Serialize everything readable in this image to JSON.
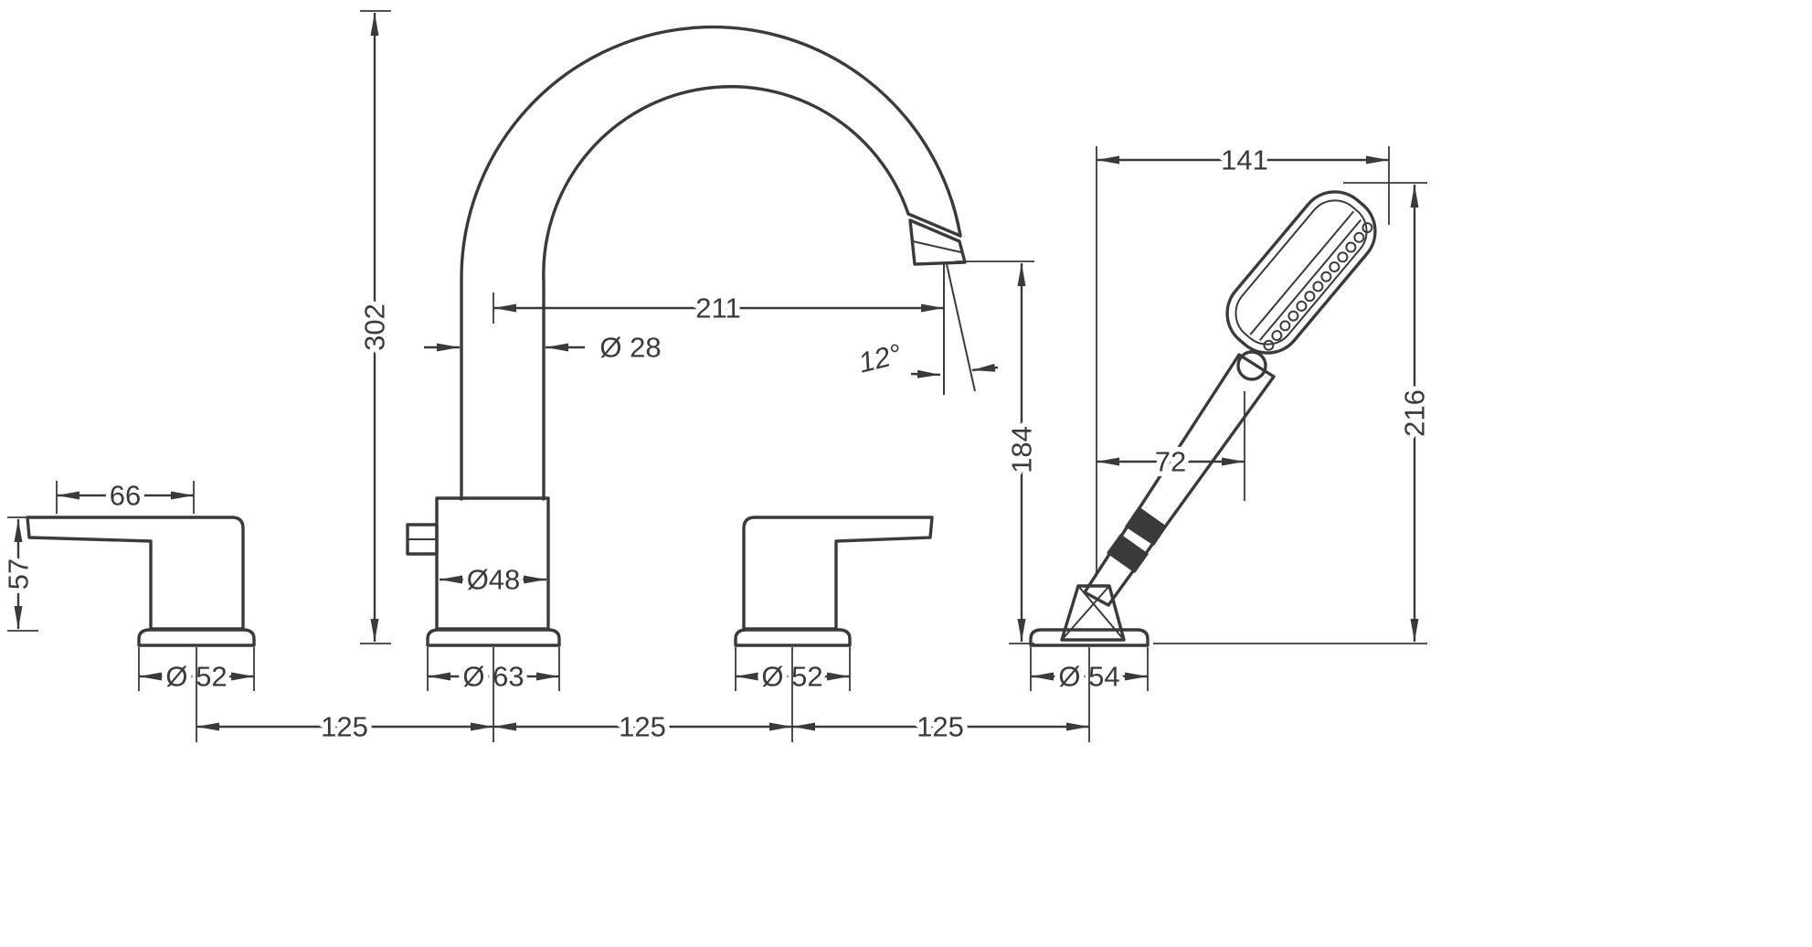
{
  "drawing": {
    "type": "technical-dimension-drawing",
    "line_color": "#3a3a3a",
    "background_color": "#ffffff"
  },
  "dims": {
    "spout_height": "302",
    "spout_reach": "211",
    "spout_diameter": "Ø 28",
    "spray_angle": "12°",
    "outlet_clearance": "184",
    "handshower_reach": "141",
    "handshower_height": "216",
    "handshower_offset": "72",
    "handle_length": "66",
    "handle_height": "57",
    "body_diameter": "Ø48",
    "left_handle_base": "Ø 52",
    "spout_base": "Ø 63",
    "right_handle_base": "Ø 52",
    "handshower_base": "Ø 54",
    "spacing_1": "125",
    "spacing_2": "125",
    "spacing_3": "125"
  }
}
